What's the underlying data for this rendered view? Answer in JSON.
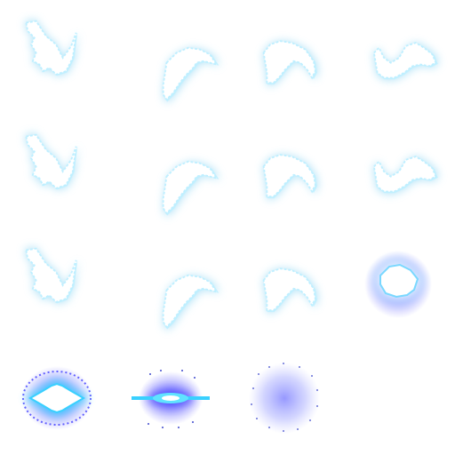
{
  "sprite_sheet": {
    "grid": {
      "rows": 4,
      "cols": 4
    },
    "colors": {
      "slash_fill": "#ffffff",
      "slash_edge": "#bfefff",
      "slash_glow": "#9fdcf5",
      "impact_core": "#ffffff",
      "impact_cyan": "#39d0ff",
      "impact_blue": "#3f3cff",
      "dust": "#6d75d9"
    },
    "frames": [
      {
        "name": "slash-a-frame-1",
        "kind": "slash",
        "shape": "a"
      },
      {
        "name": "slash-b-frame-1",
        "kind": "slash",
        "shape": "b"
      },
      {
        "name": "slash-c-frame-1",
        "kind": "slash",
        "shape": "c"
      },
      {
        "name": "slash-d-frame-1",
        "kind": "slash",
        "shape": "d"
      },
      {
        "name": "slash-a-frame-2",
        "kind": "slash",
        "shape": "a"
      },
      {
        "name": "slash-b-frame-2",
        "kind": "slash",
        "shape": "b"
      },
      {
        "name": "slash-c-frame-2",
        "kind": "slash",
        "shape": "c"
      },
      {
        "name": "slash-d-frame-2",
        "kind": "slash",
        "shape": "d"
      },
      {
        "name": "slash-a-frame-3",
        "kind": "slash",
        "shape": "a"
      },
      {
        "name": "slash-b-frame-3",
        "kind": "slash",
        "shape": "b"
      },
      {
        "name": "slash-c-frame-3",
        "kind": "slash",
        "shape": "c"
      },
      {
        "name": "impact-burst",
        "kind": "burst"
      },
      {
        "name": "impact-flash",
        "kind": "flash"
      },
      {
        "name": "impact-streak",
        "kind": "streak"
      },
      {
        "name": "impact-fade",
        "kind": "fade"
      },
      {
        "name": "empty-frame",
        "kind": "empty"
      }
    ]
  }
}
